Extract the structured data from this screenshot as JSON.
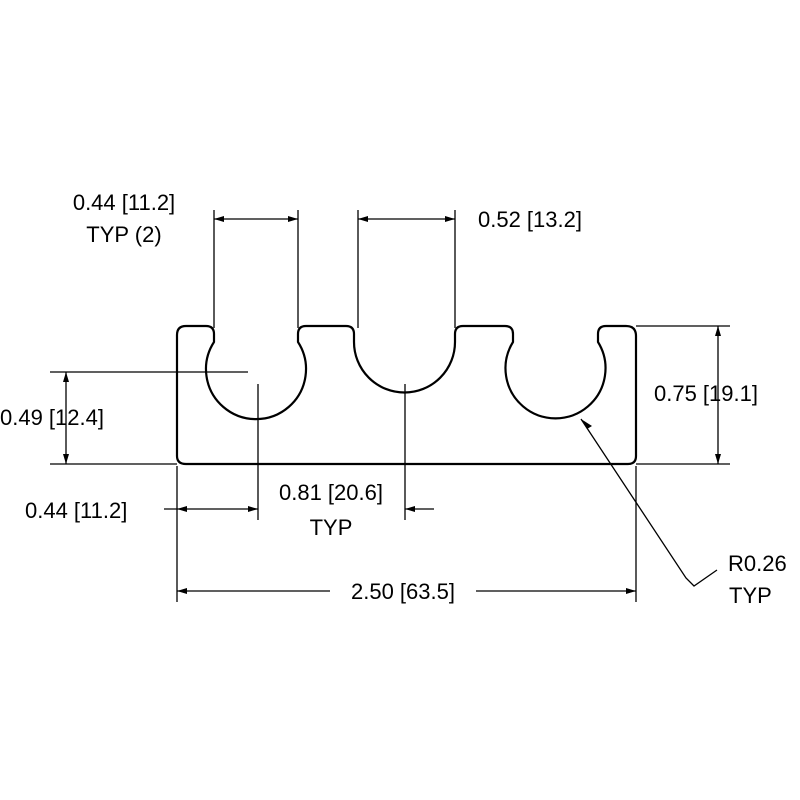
{
  "dimensions": {
    "slot_width": {
      "value": "0.44 [11.2]",
      "note": "TYP (2)"
    },
    "center_slot_width": {
      "value": "0.52 [13.2]"
    },
    "height": {
      "value": "0.75 [19.1]"
    },
    "center_height": {
      "value": "0.49 [12.4]"
    },
    "first_center": {
      "value": "0.44 [11.2]"
    },
    "pitch": {
      "value": "0.81 [20.6]",
      "note": "TYP"
    },
    "overall_length": {
      "value": "2.50 [63.5]"
    },
    "radius": {
      "value": "R0.26",
      "note": "TYP"
    }
  }
}
